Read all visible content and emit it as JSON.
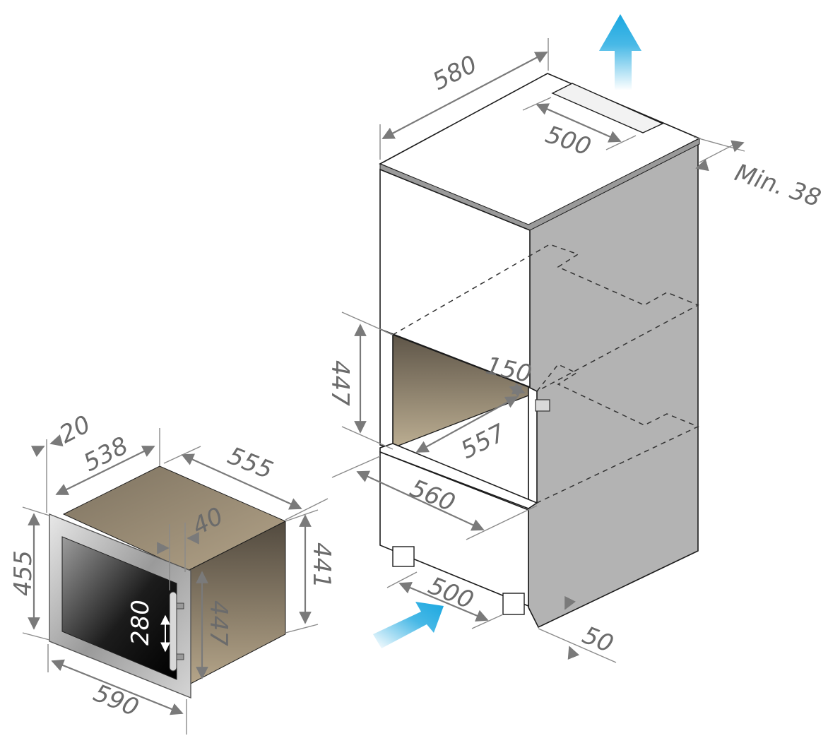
{
  "colors": {
    "side_panel": "#b3b3b3",
    "niche_top": "#6f6454",
    "niche_bottom": "#b8a98c",
    "arrow_cyan": "#1aa7e0",
    "dimension_gray": "#6b6b6b"
  },
  "icons": {
    "exhaust_arrow": "air-outlet-arrow-icon",
    "intake_arrow": "air-inlet-arrow-icon"
  },
  "cabinet": {
    "width_top": "580",
    "vent_width_top": "500",
    "vent_min_gap": "Min. 38",
    "niche_height": "447",
    "niche_inner_gap": "150",
    "niche_depth": "557",
    "niche_width": "560",
    "plinth_vent_width": "500",
    "plinth_gap": "50"
  },
  "appliance": {
    "frame_offset": "20",
    "body_width": "538",
    "body_depth": "555",
    "handle_offset": "40",
    "front_height": "455",
    "body_height_side": "441",
    "body_height_front": "447",
    "handle_length": "280",
    "front_width": "590"
  }
}
